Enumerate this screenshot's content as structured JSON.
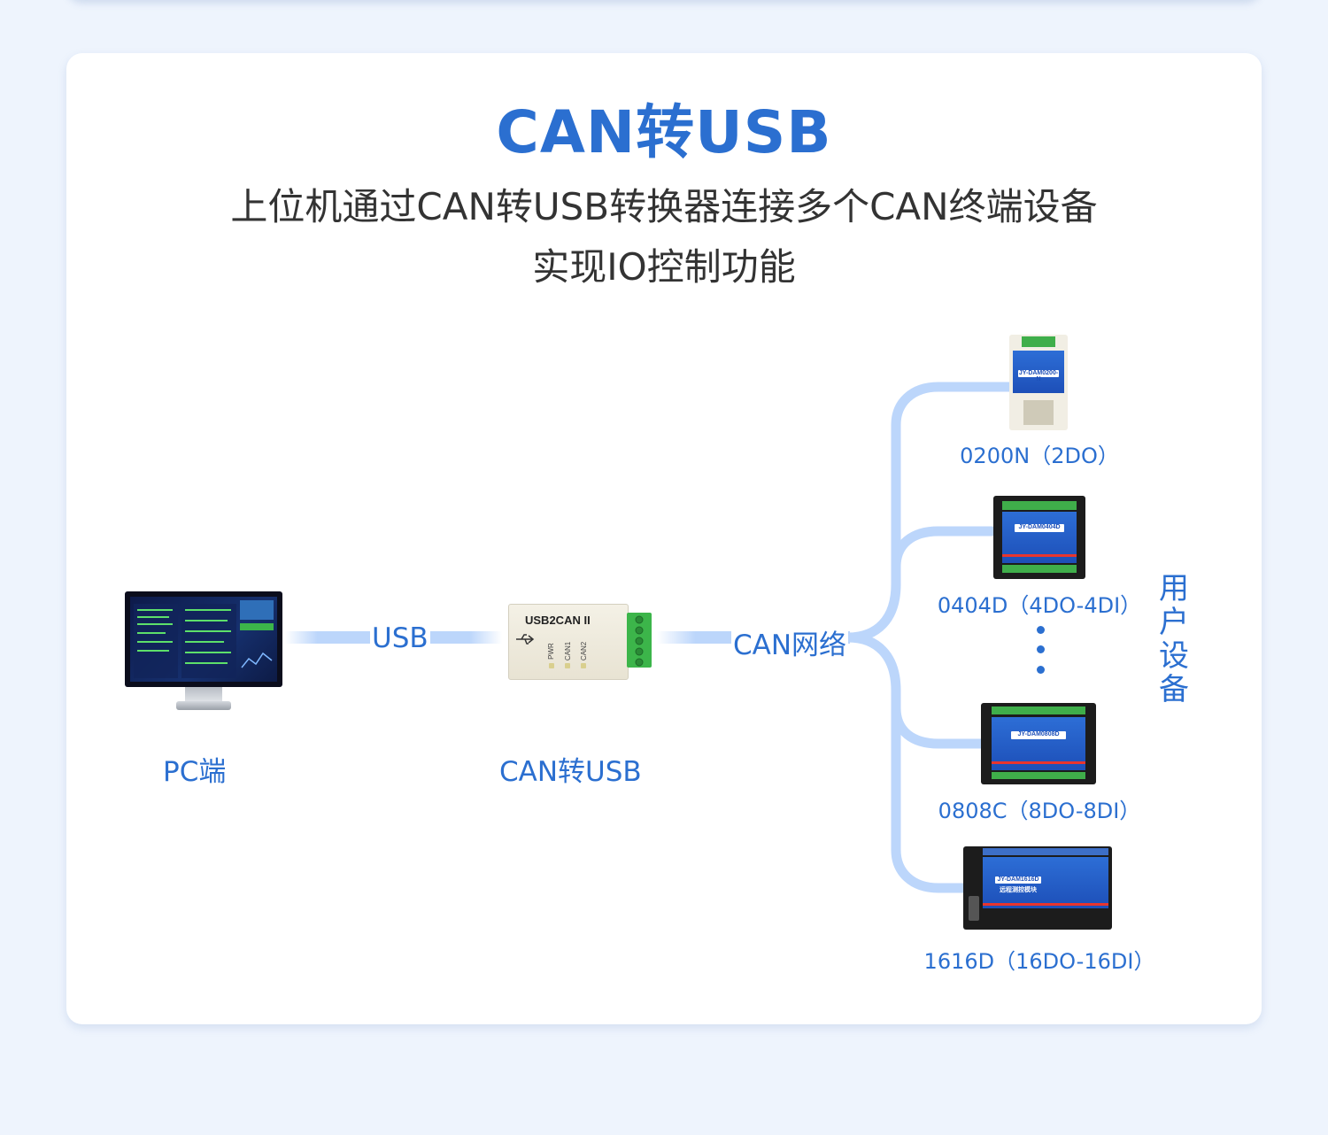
{
  "title": "CAN转USB",
  "subtitle_line1": "上位机通过CAN转USB转换器连接多个CAN终端设备",
  "subtitle_line2": "实现IO控制功能",
  "pc": {
    "label": "PC端"
  },
  "link_usb": {
    "label": "USB"
  },
  "converter": {
    "label": "CAN转USB",
    "device_text": "USB2CAN II",
    "pwr": "PWR",
    "can1": "CAN1",
    "can2": "CAN2"
  },
  "link_can": {
    "label": "CAN网络"
  },
  "devices": [
    {
      "label": "0200N（2DO）",
      "tag": "JY-DAM0200-N"
    },
    {
      "label": "0404D（4DO-4DI）",
      "tag": "JY-DAM0404D"
    },
    {
      "label": "0808C（8DO-8DI）",
      "tag": "JY-DAM0808D"
    },
    {
      "label": "1616D（16DO-16DI）",
      "tag": "JY-DAM1616D",
      "tag2": "远程测控模块"
    }
  ],
  "user_devices_label": "用户设备",
  "colors": {
    "accent": "#2b6fd0",
    "wire": "#bcd6fb",
    "background": "#eef4fd"
  }
}
